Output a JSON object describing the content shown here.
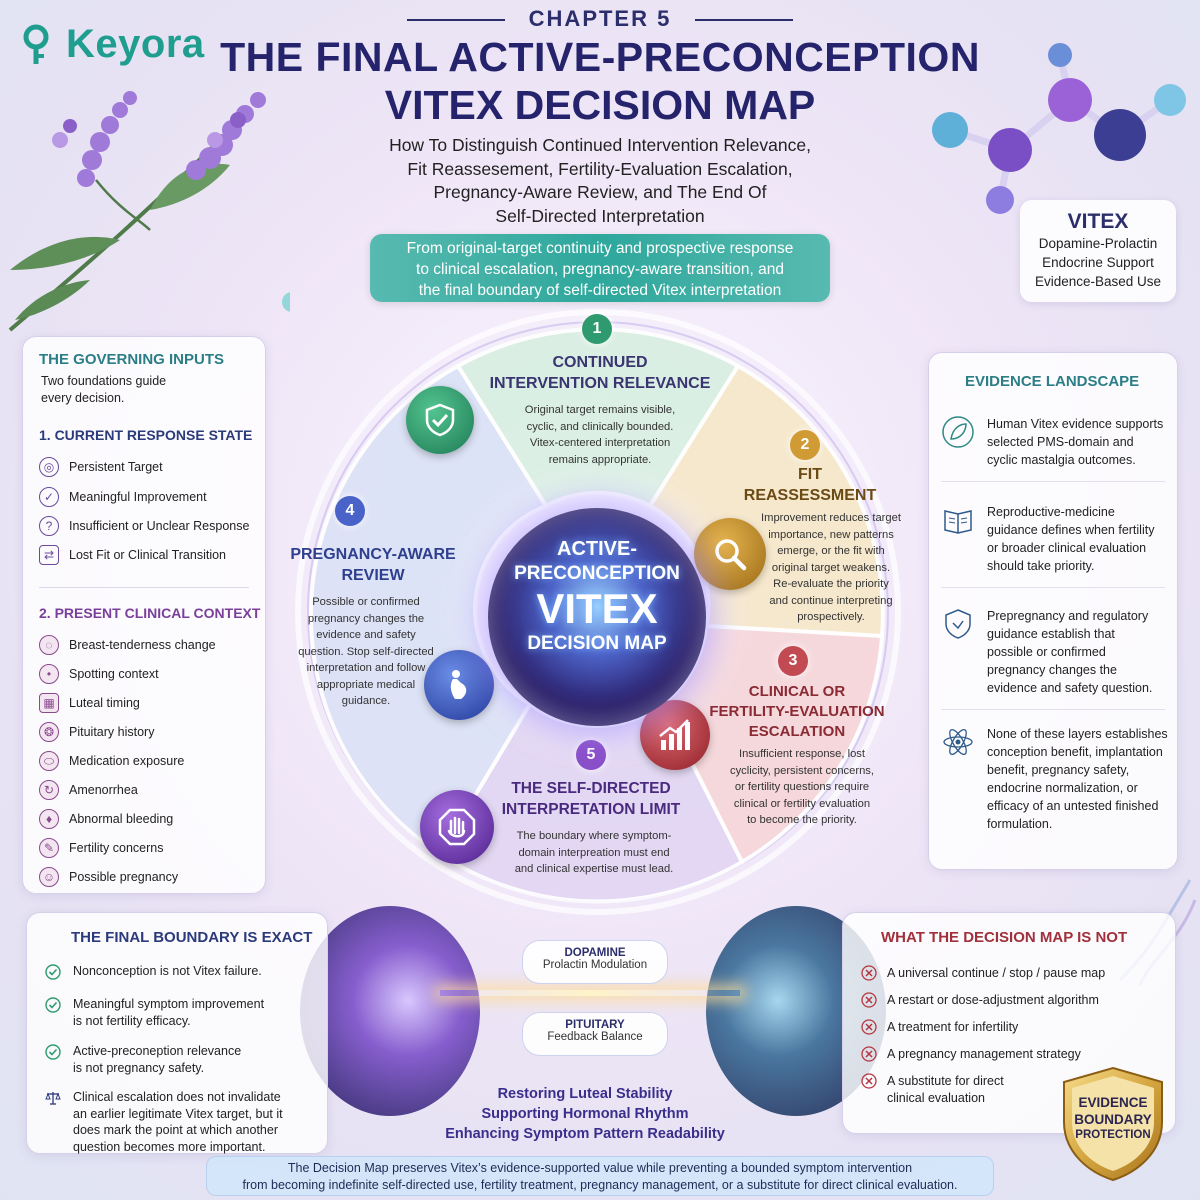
{
  "brand": {
    "name": "Keyora"
  },
  "header": {
    "chapter": "CHAPTER 5",
    "title_line1": "THE FINAL ACTIVE-PRECONCEPTION",
    "title_line2": "VITEX DECISION MAP",
    "subtitle_lines": [
      "How To Distinguish Continued Intervention Relevance,",
      "Fit Reassesement, Fertility-Evaluation Escalation,",
      "Pregnancy-Aware Review, and The End Of",
      "Self-Directed Interpretation"
    ]
  },
  "banner": {
    "lines": [
      "From original-target continuity and prospective response",
      "to clinical escalation, pregnancy-aware transition, and",
      "the final boundary of self-directed Vitex interpretation"
    ]
  },
  "vitex_box": {
    "title": "VITEX",
    "lines": [
      "Dopamine-Prolactin",
      "Endocrine Support",
      "Evidence-Based Use"
    ]
  },
  "governing_inputs": {
    "title": "THE GOVERNING INPUTS",
    "intro_lines": [
      "Two foundations guide",
      "every decision."
    ],
    "section1_title": "1. CURRENT RESPONSE STATE",
    "section1_items": [
      {
        "label": "Persistent Target",
        "icon": "target-icon"
      },
      {
        "label": "Meaningful Improvement",
        "icon": "check-circle-icon"
      },
      {
        "label": "Insufficient or Unclear Response",
        "icon": "question-icon"
      },
      {
        "label": "Lost Fit or Clinical Transition",
        "icon": "transition-icon"
      }
    ],
    "section2_title": "2. PRESENT CLINICAL CONTEXT",
    "section2_items": [
      {
        "label": "Breast-tenderness change",
        "icon": "breast-icon"
      },
      {
        "label": "Spotting context",
        "icon": "drop-icon"
      },
      {
        "label": "Luteal timing",
        "icon": "calendar-icon"
      },
      {
        "label": "Pituitary history",
        "icon": "brain-icon"
      },
      {
        "label": "Medication exposure",
        "icon": "pill-icon"
      },
      {
        "label": "Amenorrhea",
        "icon": "cycle-icon"
      },
      {
        "label": "Abnormal bleeding",
        "icon": "blood-drop-icon"
      },
      {
        "label": "Fertility concerns",
        "icon": "fertility-icon"
      },
      {
        "label": "Possible pregnancy",
        "icon": "pregnancy-icon"
      }
    ]
  },
  "evidence_landscape": {
    "title": "EVIDENCE LANDSCAPE",
    "items": [
      {
        "icon": "leaf-icon",
        "lines": [
          "Human Vitex evidence supports",
          "selected PMS-domain and",
          "cyclic mastalgia outcomes."
        ]
      },
      {
        "icon": "book-icon",
        "lines": [
          "Reproductive-medicine",
          "guidance defines when fertility",
          "or broader clinical evaluation",
          "should take priority."
        ]
      },
      {
        "icon": "shield-icon",
        "lines": [
          "Prepregnancy and regulatory",
          "guidance establish that",
          "possible or confirmed",
          "pregnancy changes the",
          "evidence and safety question."
        ]
      },
      {
        "icon": "atom-icon",
        "lines": [
          "None of these layers establishes",
          "conception benefit, implantation",
          "benefit, pregnancy safety,",
          "endocrine normalization, or",
          "efficacy of an untested finished",
          "formulation."
        ]
      }
    ]
  },
  "wheel": {
    "segments": [
      {
        "num": "1",
        "title_lines": [
          "CONTINUED",
          "INTERVENTION RELEVANCE"
        ],
        "desc_lines": [
          "Original target remains visible,",
          "cyclic, and clinically bounded.",
          "Vitex-centered interpretation",
          "remains appropriate."
        ],
        "icon": "shield-check-icon",
        "color": "#2f9a6e"
      },
      {
        "num": "2",
        "title_lines": [
          "FIT",
          "REASSESSMENT"
        ],
        "desc_lines": [
          "Improvement reduces target",
          "importance, new patterns",
          "emerge, or the fit with",
          "original target weakens.",
          "Re-evaluate the priority",
          "and continue interpreting",
          "prospectively."
        ],
        "icon": "magnifier-icon",
        "color": "#c08a2a"
      },
      {
        "num": "3",
        "title_lines": [
          "CLINICAL OR",
          "FERTILITY-EVALUATION",
          "ESCALATION"
        ],
        "desc_lines": [
          "Insufficient response, lost",
          "cyclicity, persistent concerns,",
          "or fertility questions require",
          "clinical or fertility evaluation",
          "to become the priority."
        ],
        "icon": "chart-up-icon",
        "color": "#b6363f"
      },
      {
        "num": "4",
        "title_lines": [
          "PREGNANCY-AWARE",
          "REVIEW"
        ],
        "desc_lines": [
          "Possible or confirmed",
          "pregnancy changes the",
          "evidence and safety",
          "question. Stop self-directed",
          "interpretation and follow",
          "appropriate medical",
          "guidance."
        ],
        "icon": "pregnant-icon",
        "color": "#3f5cc0"
      },
      {
        "num": "5",
        "title_lines": [
          "THE SELF-DIRECTED",
          "INTERPRETATION LIMIT"
        ],
        "desc_lines": [
          "The boundary where symptom-",
          "domain interpreation must end",
          "and clinical expertise must lead."
        ],
        "icon": "stop-hand-icon",
        "color": "#7a3fb0"
      }
    ],
    "center_lines": [
      "ACTIVE-",
      "PRECONCEPTION",
      "VITEX",
      "DECISION MAP"
    ]
  },
  "final_boundary": {
    "title": "THE FINAL BOUNDARY IS EXACT",
    "items": [
      {
        "icon": "check-icon",
        "lines": [
          "Nonconception is not Vitex failure."
        ]
      },
      {
        "icon": "check-icon",
        "lines": [
          "Meaningful symptom improvement",
          "is not fertility efficacy."
        ]
      },
      {
        "icon": "check-icon",
        "lines": [
          "Active-preconeption relevance",
          "is not pregnancy safety."
        ]
      },
      {
        "icon": "scale-icon",
        "lines": [
          "Clinical escalation does not invalidate",
          "an earlier legitimate Vitex target, but it",
          "does mark the point at which another",
          "question becomes more important."
        ]
      }
    ]
  },
  "not_panel": {
    "title": "WHAT THE DECISION MAP IS NOT",
    "items": [
      {
        "lines": [
          "A universal continue / stop / pause map"
        ]
      },
      {
        "lines": [
          "A restart or dose-adjustment algorithm"
        ]
      },
      {
        "lines": [
          "A treatment for infertility"
        ]
      },
      {
        "lines": [
          "A pregnancy management strategy"
        ]
      },
      {
        "lines": [
          "A substitute for direct",
          "clinical evaluation"
        ]
      }
    ]
  },
  "center_bottom": {
    "dopamine_title": "DOPAMINE",
    "dopamine_sub": "Prolactin Modulation",
    "pituitary_title": "PITUITARY",
    "pituitary_sub": "Feedback Balance",
    "benefits": [
      "Restoring Luteal Stability",
      "Supporting Hormonal Rhythm",
      "Enhancing Symptom Pattern Readability"
    ]
  },
  "badge": {
    "lines": [
      "EVIDENCE",
      "BOUNDARY",
      "PROTECTION"
    ]
  },
  "footer": {
    "lines": [
      "The Decision Map preserves Vitex’s evidence-supported value while preventing a bounded symptom intervention",
      "from becoming indefinite self-directed use, fertility treatment, pregnancy management, or a substitute for direct clinical evaluation."
    ]
  },
  "colors": {
    "teal": "#2ea79c",
    "navy": "#25236b",
    "green": "#2f9a6e",
    "gold": "#c08a2a",
    "red": "#b6363f",
    "blue": "#3f5cc0",
    "purple": "#7a3fb0"
  }
}
